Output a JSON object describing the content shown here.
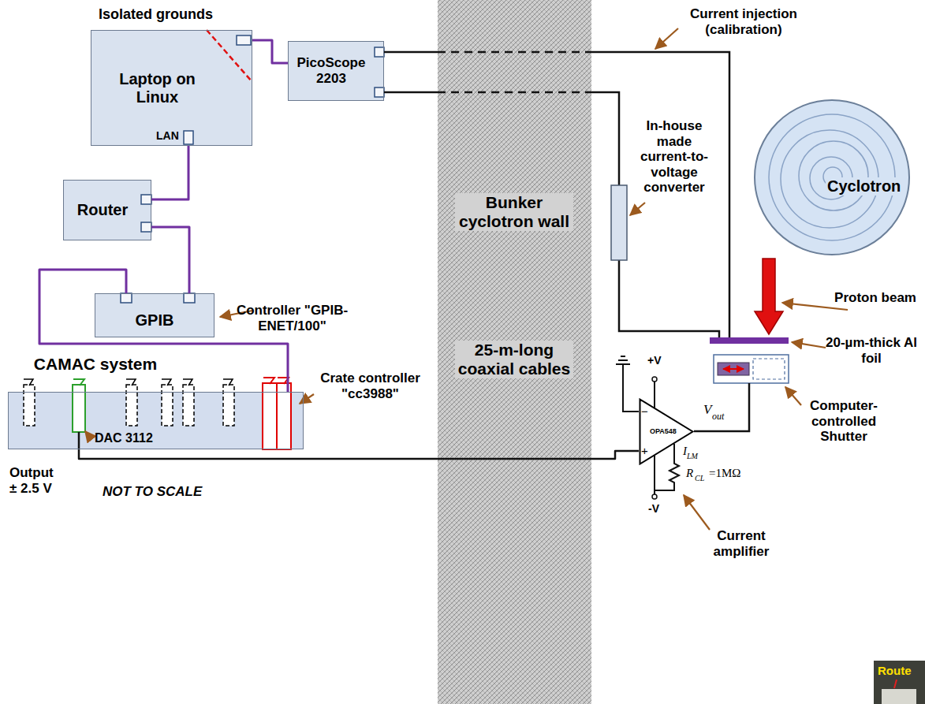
{
  "diagram": {
    "nodes": [
      {
        "text": [
          "Laptop on Linux"
        ]
      },
      {
        "text": [
          "PicoScope 2203"
        ]
      },
      {
        "text": [
          "Router"
        ]
      },
      {
        "text": [
          "GPIB"
        ]
      },
      {
        "text": [
          "CAMAC system"
        ]
      },
      {
        "text": [
          "Bunker cyclotron wall",
          "25-m-long coaxial cables"
        ]
      },
      {
        "text": [
          "Cyclotron"
        ]
      },
      {
        "text": [
          "OPA548"
        ]
      }
    ],
    "edges": [
      {
        "from": 0,
        "to": 1,
        "arrow": "none"
      },
      {
        "from": 0,
        "to": 2,
        "arrow": "none"
      },
      {
        "from": 2,
        "to": 3,
        "arrow": "none"
      },
      {
        "from": 3,
        "to": 4,
        "arrow": "none"
      },
      {
        "from": 4,
        "to": 7,
        "arrow": "none"
      }
    ],
    "labels": [
      "Isolated grounds",
      "LAN",
      "Controller \"GPIB-ENET/100\"",
      "Crate controller \"cc3988\"",
      "DAC 3112",
      "Output ± 2.5 V",
      "NOT TO SCALE",
      "Current injection (calibration)",
      "In-house made current-to-voltage converter",
      "Proton beam",
      "20-µm-thick Al foil",
      "Computer-controlled Shutter",
      "V",
      "out",
      "+V",
      "-V",
      "−",
      "+",
      "I",
      "LM",
      "R",
      "CL",
      "=1MΩ",
      "Current amplifier",
      "Route"
    ]
  }
}
